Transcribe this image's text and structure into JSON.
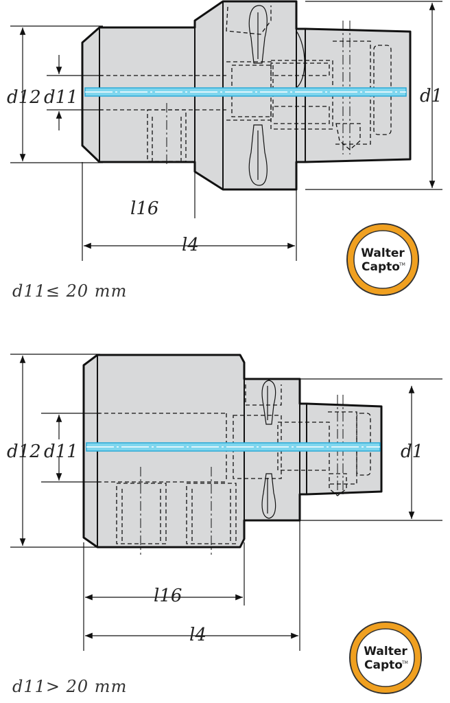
{
  "top_view": {
    "labels": {
      "d12": "d12",
      "d11": "d11",
      "d1": "d1",
      "l16": "l16",
      "l4": "l4"
    },
    "condition": "d11≤ 20 mm"
  },
  "bottom_view": {
    "labels": {
      "d12": "d12",
      "d11": "d11",
      "d1": "d1",
      "l16": "l16",
      "l4": "l4"
    },
    "condition": "d11> 20 mm"
  },
  "logo": {
    "line1": "Walter",
    "line2": "Capto",
    "tm": "TM",
    "ring_color": "#f0a020",
    "inner_color": "#ffffff"
  },
  "colors": {
    "coolant": "#7fd6ee",
    "body": "#d8d9da",
    "outline": "#111111"
  }
}
